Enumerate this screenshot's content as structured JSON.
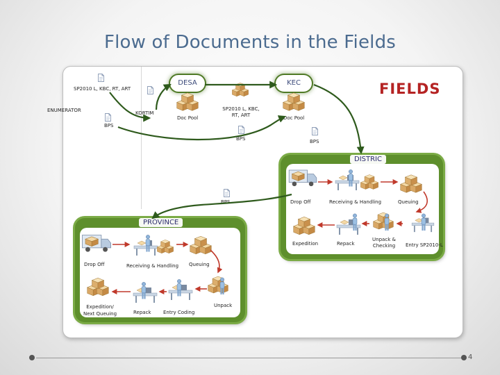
{
  "title": "Flow of Documents in the Fields",
  "fields_label": "FIELDS",
  "nodes": {
    "top_docs": "SP2010 L, KBC, RT, ART",
    "enumerator": "ENUMERATOR",
    "kortim": "KORTIM",
    "bps_1": "BPS",
    "desa": "DESA",
    "desa_pool": "Doc Pool",
    "kec_docs": "SP2010 L, KBC, RT, ART",
    "bps_2": "BPS",
    "kec": "KEC",
    "kec_pool": "Doc Pool",
    "bps_3": "BPS",
    "bps_4": "BPS"
  },
  "distric": {
    "title": "DISTRIC",
    "drop_off": "Drop Off",
    "receiving": "Receiving & Handling",
    "queuing": "Queuing",
    "expedition": "Expedition",
    "repack": "Repack",
    "unpack": "Unpack & Checking",
    "entry": "Entry SP2010-L"
  },
  "province": {
    "title": "PROVINCE",
    "drop_off": "Drop Off",
    "receiving": "Receiving & Handling",
    "queuing": "Queuing",
    "expedition": "Expedition/ Next Queuing",
    "repack": "Repack",
    "entry": "Entry Coding",
    "unpack": "Unpack"
  },
  "page_number": "4",
  "colors": {
    "panel": "#5e8f2c",
    "arrow": "#2e5a1c",
    "accent_red": "#b52323",
    "title_blue": "#4b6b8f"
  }
}
